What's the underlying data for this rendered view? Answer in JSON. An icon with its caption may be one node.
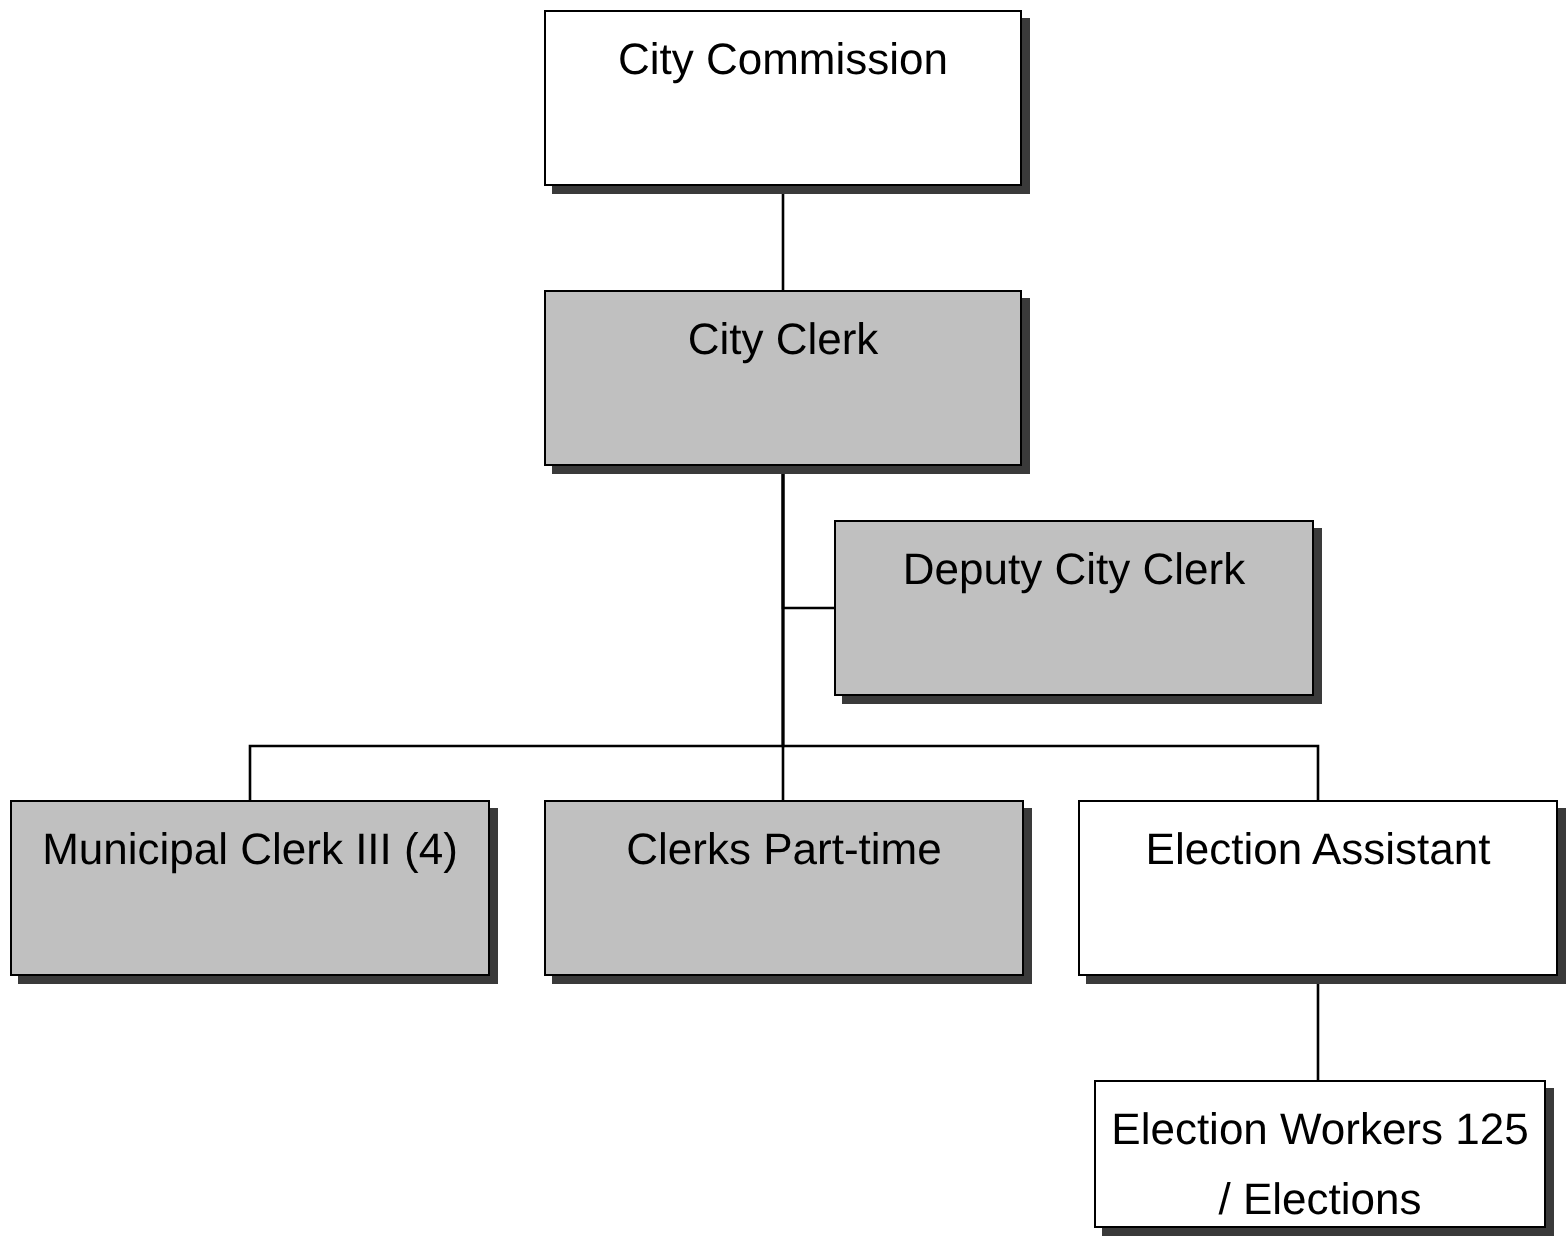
{
  "diagram": {
    "nodes": [
      {
        "text": [
          "City Commission"
        ]
      },
      {
        "text": [
          "City Clerk"
        ]
      },
      {
        "text": [
          "Deputy City Clerk"
        ]
      },
      {
        "text": [
          "Municipal Clerk III (4)"
        ]
      },
      {
        "text": [
          "Clerks Part-time"
        ]
      },
      {
        "text": [
          "Election Assistant"
        ]
      },
      {
        "text": [
          "Election Workers 125 / Elections"
        ]
      }
    ],
    "edges": [
      {
        "from": 0,
        "to": 1,
        "arrow": "none"
      },
      {
        "from": 1,
        "to": 2,
        "arrow": "none"
      },
      {
        "from": 1,
        "to": 3,
        "arrow": "none"
      },
      {
        "from": 1,
        "to": 4,
        "arrow": "none"
      },
      {
        "from": 1,
        "to": 5,
        "arrow": "none"
      },
      {
        "from": 5,
        "to": 6,
        "arrow": "none"
      }
    ]
  }
}
